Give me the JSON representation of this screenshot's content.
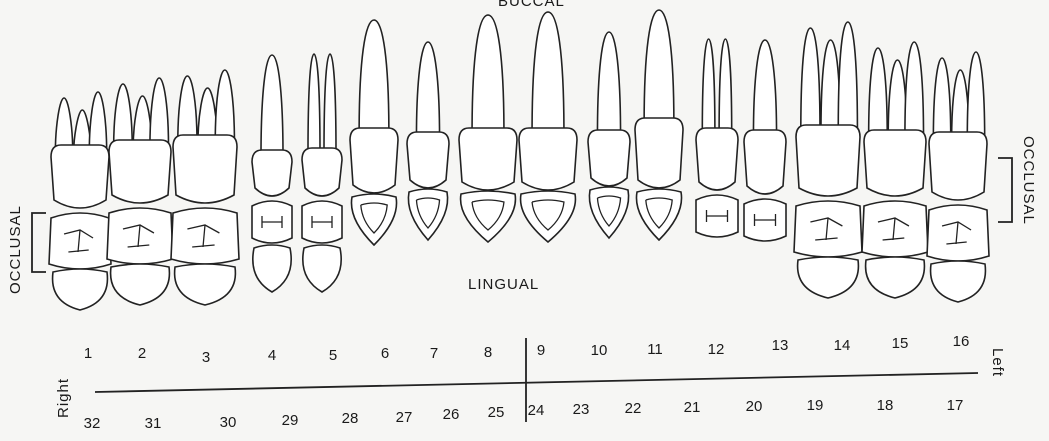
{
  "labels": {
    "top_partial": "BUCCAL",
    "occlusal_left": "OCCLUSAL",
    "occlusal_right": "OCCLUSAL",
    "lingual": "LINGUAL",
    "side_right": "Right",
    "side_left": "Left"
  },
  "numbers": {
    "upper": [
      "1",
      "2",
      "3",
      "4",
      "5",
      "6",
      "7",
      "8",
      "9",
      "10",
      "11",
      "12",
      "13",
      "14",
      "15",
      "16"
    ],
    "lower": [
      "32",
      "31",
      "30",
      "29",
      "28",
      "27",
      "26",
      "25",
      "24",
      "23",
      "22",
      "21",
      "20",
      "19",
      "18",
      "17"
    ]
  },
  "colors": {
    "ink": "#222222",
    "paper": "#f6f6f4"
  }
}
